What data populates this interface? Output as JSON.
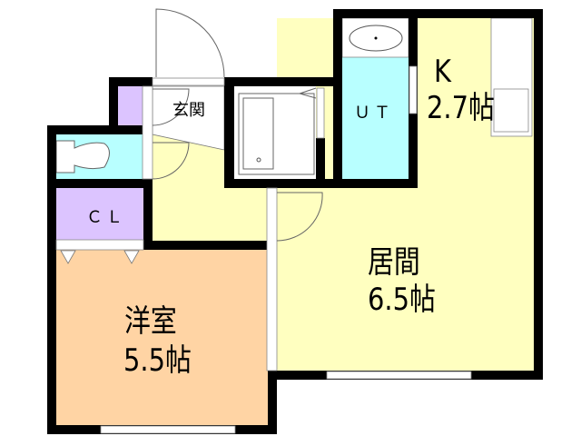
{
  "colors": {
    "wall": "#000000",
    "living": "#ffffc0",
    "wet": "#b8ffff",
    "storage": "#dcc4ff",
    "western_room": "#ffd4a4"
  },
  "rooms": {
    "entrance": {
      "label": "玄関"
    },
    "kitchen": {
      "label": "K",
      "size": "2.7帖"
    },
    "utility": {
      "label": "ＵＴ"
    },
    "closet": {
      "label": "ＣＬ"
    },
    "living": {
      "label": "居間",
      "size": "6.5帖"
    },
    "western": {
      "label": "洋室",
      "size": "5.5帖"
    }
  }
}
